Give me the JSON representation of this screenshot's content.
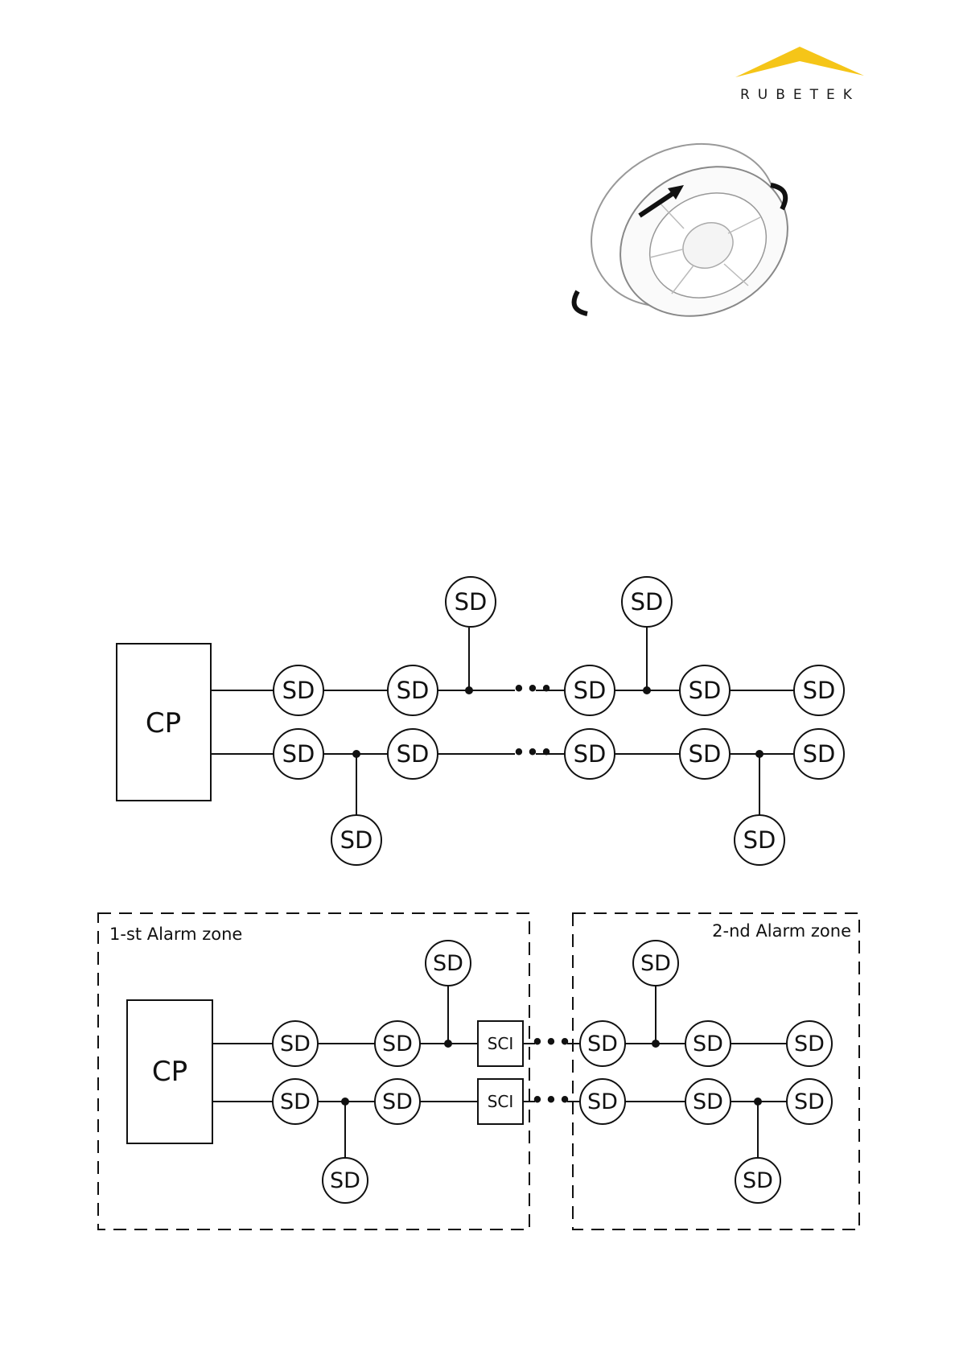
{
  "brand": {
    "name": "RUBETEK",
    "accent": "#f5c518"
  },
  "diagram1": {
    "panel": "CP",
    "device": "SD",
    "ellipsis": "•••"
  },
  "diagram2": {
    "zone1": "1-st Alarm zone",
    "zone2": "2-nd Alarm zone",
    "panel": "CP",
    "device": "SD",
    "isolator": "SCI",
    "ellipsis": "•••"
  }
}
